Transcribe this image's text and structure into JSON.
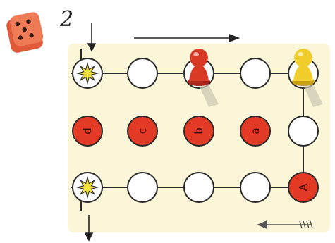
{
  "dice": {
    "roll": "2",
    "pips": 5
  },
  "colors": {
    "board": "#fbf6d8",
    "space_fill": "#ffffff",
    "space_stroke": "#2a2a2a",
    "red_space": "#e23a24",
    "red_pawn": "#d83a25",
    "yellow_pawn": "#f0cd2a",
    "star": "#f4e23a",
    "dice": "#e05a3a"
  },
  "top_row": [
    {
      "type": "star"
    },
    {
      "type": "empty"
    },
    {
      "type": "red-pawn"
    },
    {
      "type": "empty"
    },
    {
      "type": "yellow-pawn"
    }
  ],
  "middle_row": [
    {
      "label": "d"
    },
    {
      "label": "c"
    },
    {
      "label": "b"
    },
    {
      "label": "a"
    }
  ],
  "middle_right": {
    "type": "empty"
  },
  "bottom_row": [
    {
      "type": "star"
    },
    {
      "type": "empty"
    },
    {
      "type": "empty"
    },
    {
      "type": "empty"
    },
    {
      "type": "red",
      "label": "A"
    }
  ]
}
